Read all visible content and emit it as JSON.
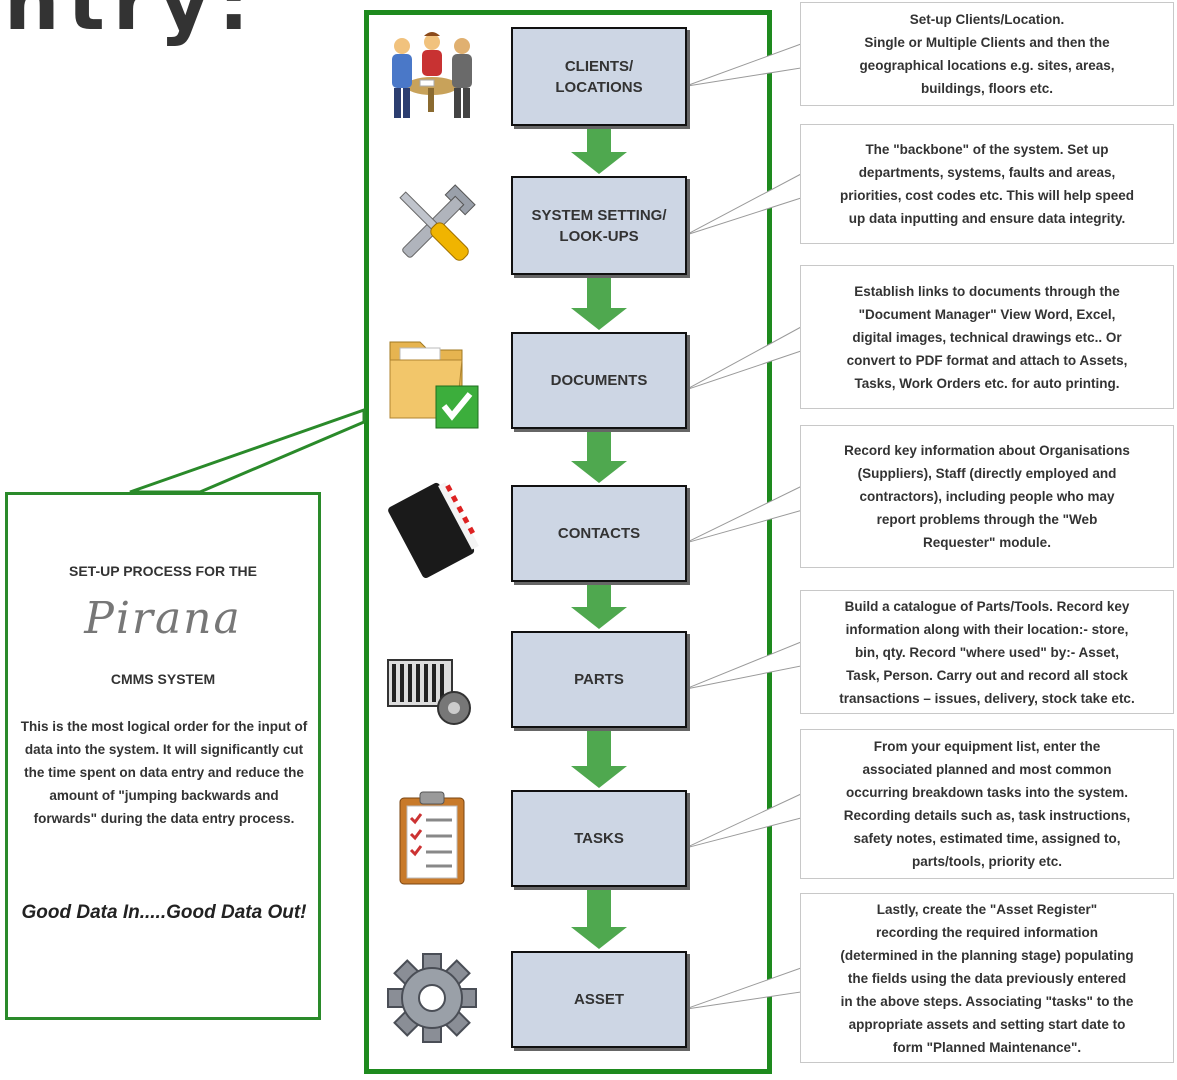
{
  "heading": "ntry:",
  "colors": {
    "frame_green": "#1e8a1e",
    "arrow_green": "#4fa84f",
    "box_fill": "#cdd6e4"
  },
  "steps": [
    {
      "label": "CLIENTS/\nLOCATIONS",
      "icon": "people-meeting-icon"
    },
    {
      "label": "SYSTEM SETTING/\nLOOK-UPS",
      "icon": "tools-icon"
    },
    {
      "label": "DOCUMENTS",
      "icon": "folder-check-icon"
    },
    {
      "label": "CONTACTS",
      "icon": "address-book-icon"
    },
    {
      "label": "PARTS",
      "icon": "parts-icon"
    },
    {
      "label": "TASKS",
      "icon": "clipboard-icon"
    },
    {
      "label": "ASSET",
      "icon": "gear-icon"
    }
  ],
  "descriptions": [
    [
      "Set-up Clients/Location.",
      "Single or Multiple Clients and then the",
      "geographical locations e.g. sites, areas,",
      "buildings, floors etc."
    ],
    [
      "The \"backbone\" of the system. Set up",
      "departments, systems, faults and areas,",
      "priorities, cost codes etc. This will help speed",
      "up data inputting and ensure data integrity."
    ],
    [
      "Establish links to documents through the",
      "\"Document Manager\" View Word, Excel,",
      "digital images, technical drawings etc.. Or",
      "convert to PDF format and attach to Assets,",
      "Tasks, Work Orders etc. for auto printing."
    ],
    [
      "Record key information about Organisations",
      "(Suppliers), Staff (directly employed and",
      "contractors), including people who may",
      "report problems through the  \"Web",
      "Requester\" module."
    ],
    [
      "Build a catalogue of Parts/Tools. Record key",
      "information along with their location:- store,",
      "bin, qty. Record \"where used\" by:- Asset,",
      "Task, Person. Carry out and record all stock",
      "transactions – issues, delivery, stock take etc."
    ],
    [
      "From your equipment list, enter the",
      "associated planned and most common",
      "occurring breakdown tasks into the system.",
      "Recording details such as, task instructions,",
      "safety notes, estimated time, assigned to,",
      "parts/tools, priority etc."
    ],
    [
      "Lastly, create the \"Asset Register\"",
      "recording the required  information",
      "(determined in the planning stage) populating",
      "the fields using  the data previously entered",
      "in the above steps. Associating \"tasks\" to the",
      "appropriate assets and setting start date to",
      "form \"Planned Maintenance\"."
    ]
  ],
  "callout": {
    "title": "SET-UP PROCESS FOR THE",
    "logo": "Pirana",
    "subtitle": "CMMS SYSTEM",
    "body": "This is the most logical order for the input of data into the system. It will significantly cut the time spent on data entry and reduce the amount of \"jumping backwards and forwards\" during the data entry process.",
    "motto": "Good Data In.....Good Data Out!"
  }
}
